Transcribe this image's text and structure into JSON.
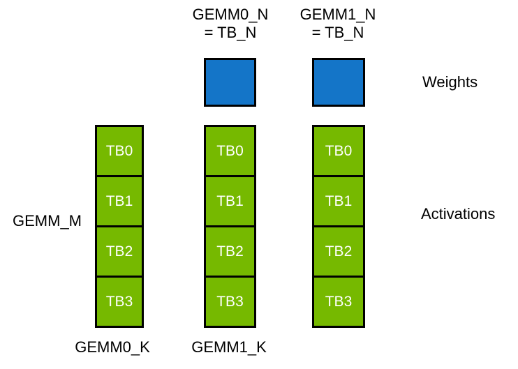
{
  "diagram": {
    "headers": [
      {
        "line1": "GEMM0_N",
        "line2": "= TB_N"
      },
      {
        "line1": "GEMM1_N",
        "line2": "= TB_N"
      }
    ],
    "side_labels": {
      "weights": "Weights",
      "activations": "Activations"
    },
    "left_label": "GEMM_M",
    "bottom_labels": [
      "GEMM0_K",
      "GEMM1_K"
    ],
    "columns": [
      {
        "name": "left-activation-column",
        "cells": [
          "TB0",
          "TB1",
          "TB2",
          "TB3"
        ]
      },
      {
        "name": "gemm0-activation-column",
        "cells": [
          "TB0",
          "TB1",
          "TB2",
          "TB3"
        ]
      },
      {
        "name": "gemm1-activation-column",
        "cells": [
          "TB0",
          "TB1",
          "TB2",
          "TB3"
        ]
      }
    ],
    "colors": {
      "activation_green": "#76B900",
      "weight_blue": "#1475C8",
      "border_black": "#000000",
      "cell_text_white": "#FFFFFF",
      "label_text_black": "#000000"
    }
  }
}
